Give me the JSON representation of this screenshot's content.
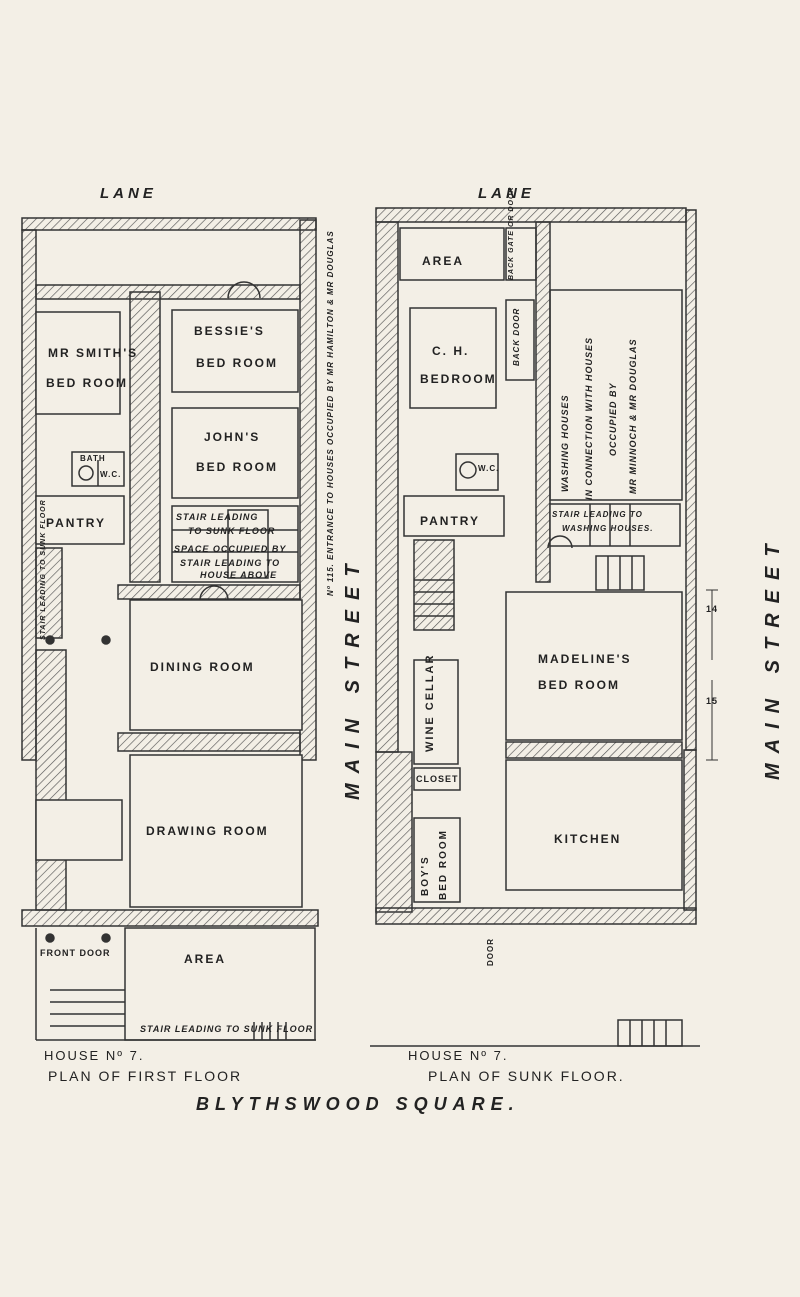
{
  "headings": {
    "lane_left": "LANE",
    "lane_right": "LANE",
    "main_street_center": "MAIN STREET",
    "main_street_right": "MAIN STREET",
    "entrance_note": "Nº 115. ENTRANCE TO HOUSES OCCUPIED BY MR HAMILTON & MR DOUGLAS"
  },
  "first_floor": {
    "rooms": {
      "mr_smith": "MR SMITH'S",
      "mr_smith_2": "BED ROOM",
      "bessie": "BESSIE'S",
      "bessie_2": "BED ROOM",
      "john": "JOHN'S",
      "john_2": "BED ROOM",
      "bath": "BATH",
      "wc": "W.C.",
      "pantry": "PANTRY",
      "dining": "DINING ROOM",
      "drawing": "DRAWING ROOM",
      "area": "AREA",
      "front_door": "FRONT DOOR"
    },
    "notes": {
      "stair_1": "STAIR LEADING",
      "stair_2": "TO SUNK FLOOR",
      "space_1": "SPACE OCCUPIED BY",
      "space_2": "STAIR LEADING TO",
      "space_3": "HOUSE ABOVE",
      "stair_sunk": "STAIR LEADING TO SUNK FLOOR",
      "stair_side": "STAIR LEADING TO SUNK FLOOR"
    },
    "house": "HOUSE Nº 7.",
    "plan": "PLAN OF FIRST FLOOR"
  },
  "sunk_floor": {
    "rooms": {
      "area": "AREA",
      "back_gate": "BACK GATE OR DOOR",
      "back_door": "BACK DOOR",
      "ch": "C. H.",
      "ch_2": "BEDROOM",
      "wc": "W.C.",
      "pantry": "PANTRY",
      "wine": "WINE CELLAR",
      "closet": "CLOSET",
      "boys": "BOY'S",
      "boys_2": "BED ROOM",
      "madeline": "MADELINE'S",
      "madeline_2": "BED ROOM",
      "kitchen": "KITCHEN",
      "door": "DOOR"
    },
    "notes": {
      "wash_1": "WASHING HOUSES",
      "wash_2": "IN CONNECTION WITH HOUSES",
      "wash_3": "OCCUPIED BY",
      "wash_4": "MR MINNOCH & MR DOUGLAS",
      "stair_1": "STAIR LEADING TO",
      "stair_2": "WASHING HOUSES."
    },
    "dims": {
      "d14": "14",
      "d15": "15"
    },
    "house": "HOUSE Nº 7.",
    "plan": "PLAN OF SUNK FLOOR."
  },
  "footer": "BLYTHSWOOD SQUARE."
}
